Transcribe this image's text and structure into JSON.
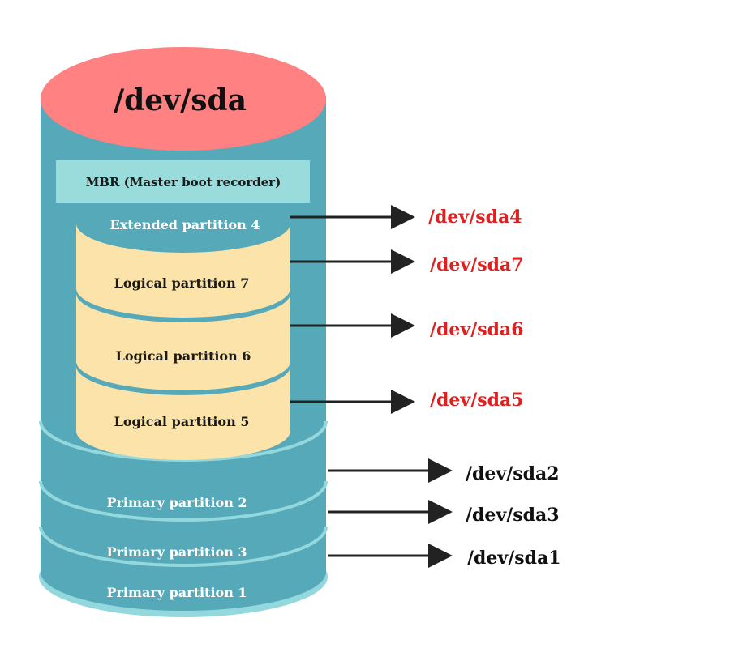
{
  "disk": {
    "title": "/dev/sda"
  },
  "mbr": {
    "label": "MBR (Master boot recorder)"
  },
  "extended": {
    "label": "Extended partition 4",
    "device": "/dev/sda4"
  },
  "logical": [
    {
      "label": "Logical partition 7",
      "device": "/dev/sda7"
    },
    {
      "label": "Logical partition 6",
      "device": "/dev/sda6"
    },
    {
      "label": "Logical partition 5",
      "device": "/dev/sda5"
    }
  ],
  "primary": [
    {
      "label": "Primary partition 2",
      "device": "/dev/sda2"
    },
    {
      "label": "Primary partition 3",
      "device": "/dev/sda3"
    },
    {
      "label": "Primary partition 1",
      "device": "/dev/sda1"
    }
  ],
  "colors": {
    "cylinder": "#56a9b9",
    "cylinder_edge": "#93d8dd",
    "top": "#ff8181",
    "mbr": "#9adcdc",
    "logical": "#fce3a9",
    "device_extended_logical": "#e02020",
    "device_primary": "#111111",
    "arrow": "#222222"
  }
}
